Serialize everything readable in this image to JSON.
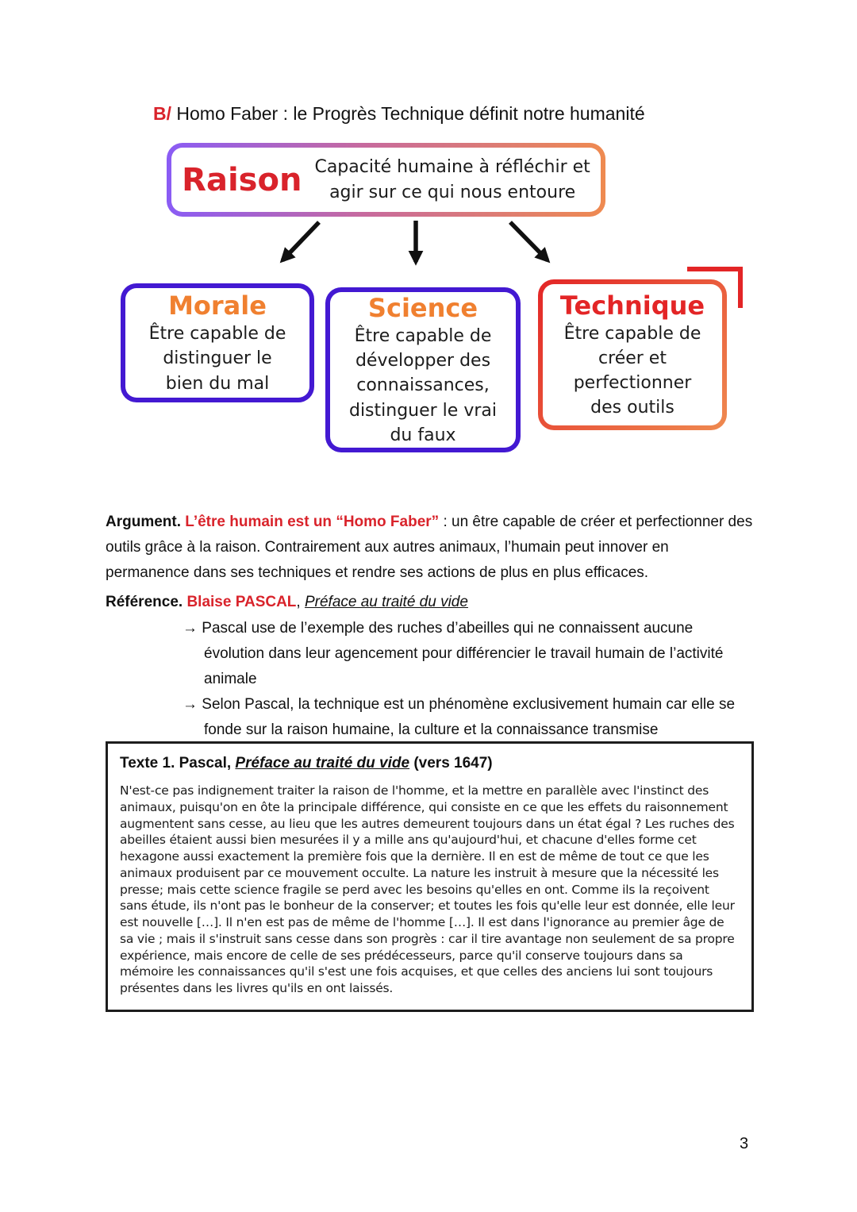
{
  "colors": {
    "red": "#d9232b",
    "red2": "#e32526",
    "orange": "#f08030",
    "violet": "#4319d2",
    "purple": "#8a5cf5",
    "orangeBorder": "#ef8a50"
  },
  "heading": {
    "prefix": "B/ ",
    "text": "Homo Faber : le Progrès Technique définit notre humanité"
  },
  "diagram": {
    "raison": {
      "title": "Raison",
      "description": "Capacité humaine à réfléchir et\nagir sur ce qui nous entoure"
    },
    "boxes": [
      {
        "title": "Morale",
        "body": "Être capable de\ndistinguer le\nbien du mal"
      },
      {
        "title": "Science",
        "body": "Être capable de\ndévelopper des\nconnaissances,\ndistinguer le vrai\ndu faux"
      },
      {
        "title": "Technique",
        "body": "Être capable de\ncréer et\nperfectionner\ndes outils"
      }
    ]
  },
  "argument": {
    "label": "Argument. ",
    "highlight": "L’être humain est un “Homo Faber”",
    "rest": " : un être capable de créer et perfectionner des outils grâce à la raison. Contrairement aux autres animaux, l’humain peut innover en permanence dans ses techniques et rendre ses actions de plus en plus efficaces."
  },
  "reference": {
    "label": "Référence. ",
    "author": "Blaise PASCAL",
    "separator": ", ",
    "work": "Préface au traité du vide",
    "bullets": [
      "→ Pascal use de l’exemple des ruches d’abeilles qui ne connaissent aucune évolution dans leur agencement pour différencier le travail humain de l’activité animale",
      "→ Selon Pascal, la technique est un phénomène exclusivement humain car elle se fonde sur la raison humaine, la culture et la connaissance transmise"
    ]
  },
  "texte": {
    "title_prefix": "Texte 1. Pascal, ",
    "title_work": "Préface au traité du vide",
    "title_suffix": " (vers 1647)",
    "body": "N'est-ce pas indignement traiter la raison de l'homme, et la mettre en parallèle avec l'instinct des animaux, puisqu'on en ôte la principale différence, qui consiste en ce que les effets du raisonnement augmentent sans cesse, au lieu que les autres demeurent toujours dans un état égal ? Les ruches des abeilles étaient aussi bien mesurées il y a mille ans qu'aujourd'hui, et chacune d'elles forme cet hexagone aussi exactement la première fois que la dernière. Il en est de même de tout ce que les animaux produisent par ce mouvement occulte. La nature les instruit à mesure que la nécessité les presse; mais cette science fragile se perd avec les besoins qu'elles en ont. Comme ils la reçoivent sans étude, ils n'ont pas le bonheur de la conserver; et toutes les fois qu'elle leur est donnée, elle leur est nouvelle […]. Il n'en est pas de même de l'homme […]. Il est dans l'ignorance au premier âge de sa vie ; mais il s'instruit sans cesse dans son progrès : car il tire avantage non seulement de sa propre expérience, mais encore de celle de ses prédécesseurs, parce qu'il conserve toujours dans sa mémoire les connaissances qu'il s'est une fois acquises, et que celles des anciens lui sont toujours présentes dans les livres qu'ils en ont laissés."
  },
  "page": {
    "number": "3"
  }
}
